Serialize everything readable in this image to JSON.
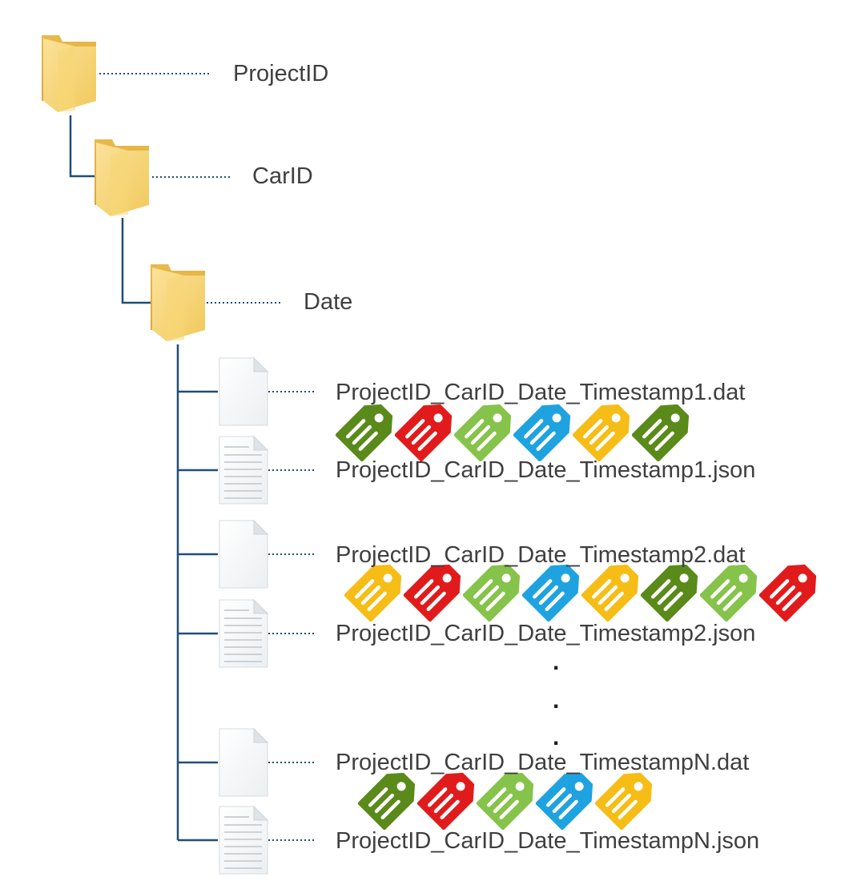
{
  "folders": [
    {
      "name": "ProjectID"
    },
    {
      "name": "CarID"
    },
    {
      "name": "Date"
    }
  ],
  "files": [
    {
      "dat": "ProjectID_CarID_Date_Timestamp1.dat",
      "json": "ProjectID_CarID_Date_Timestamp1.json",
      "tags": [
        "dark-green",
        "red",
        "light-green",
        "blue",
        "yellow",
        "dark-green"
      ]
    },
    {
      "dat": "ProjectID_CarID_Date_Timestamp2.dat",
      "json": "ProjectID_CarID_Date_Timestamp2.json",
      "tags": [
        "yellow",
        "red",
        "light-green",
        "blue",
        "yellow",
        "dark-green",
        "light-green",
        "red"
      ]
    },
    {
      "dat": "ProjectID_CarID_Date_TimestampN.dat",
      "json": "ProjectID_CarID_Date_TimestampN.json",
      "tags": [
        "dark-green",
        "red",
        "light-green",
        "blue",
        "yellow"
      ]
    }
  ],
  "ellipsis": [
    ".",
    ".",
    "."
  ],
  "colors": {
    "tree_line": "#1f4e79",
    "folder": "#f3cd62",
    "dark-green": "#5a8a1a",
    "red": "#e11b1b",
    "light-green": "#86c34a",
    "blue": "#1ea3e0",
    "yellow": "#f6bd16"
  }
}
